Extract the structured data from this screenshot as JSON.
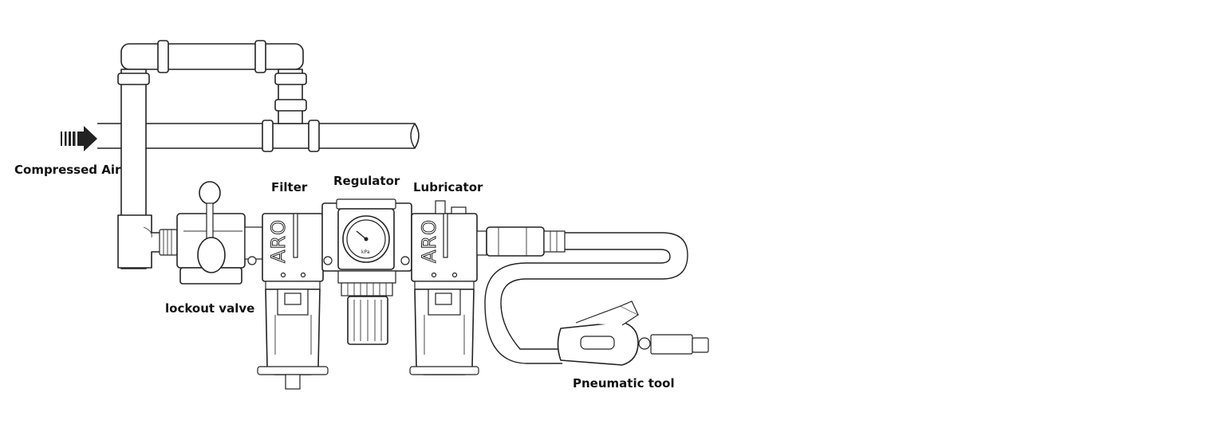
{
  "labels": {
    "compressed_air": "Compressed Air",
    "filter": "Filter",
    "regulator": "Regulator",
    "lubricator": "Lubricator",
    "lockout_valve": "lockout valve",
    "pneumatic_tool": "Pneumatic tool"
  },
  "brand": {
    "filter": "ARO",
    "lubricator": "ARO"
  },
  "gauge": {
    "unit": "kPa"
  },
  "colors": {
    "line": "#222222",
    "background": "#ffffff",
    "arrow": "#222222"
  }
}
